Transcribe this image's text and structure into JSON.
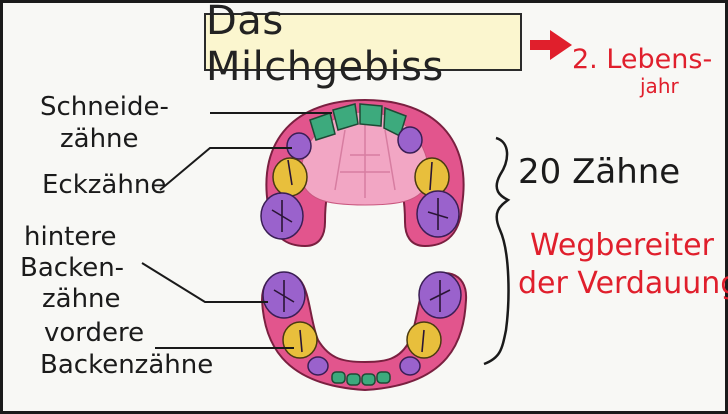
{
  "title": "Das Milchgebiss",
  "arrow_label_line1": "2. Lebens-",
  "arrow_label_line2": "jahr",
  "labels": {
    "incisors_line1": "Schneide-",
    "incisors_line2": "zähne",
    "canines": "Eckzähne",
    "back_molars_line1": "hintere",
    "back_molars_line2": "Backen-",
    "back_molars_line3": "zähne",
    "front_molars_line1": "vordere",
    "front_molars_line2": "Backenzähne"
  },
  "count_label": "20 Zähne",
  "pathfinder_line1": "Wegbereiter",
  "pathfinder_line2": "der Verdauung",
  "colors": {
    "incisor": "#3daa7d",
    "canine": "#e8bf3c",
    "molar": "#9a62cc",
    "gum": "#e2558d",
    "palate": "#f2a6c4",
    "title_bg": "#fbf6cf",
    "red_text": "#e01f2c"
  }
}
